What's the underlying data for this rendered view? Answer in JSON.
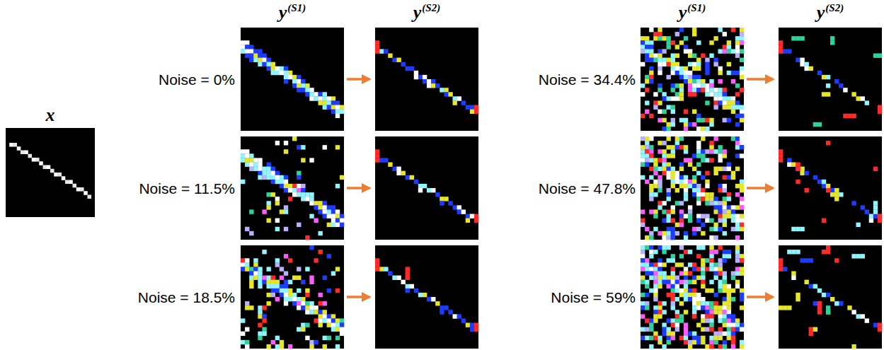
{
  "diagram": {
    "labels": [
      "y(S1)",
      "y(S2)",
      "y(S1)",
      "y(S2)",
      "x",
      "Noise = 0%",
      "Noise = 34.4%",
      "Noise = 11.5%",
      "Noise = 47.8%",
      "Noise = 18.5%",
      "Noise = 59%"
    ]
  }
}
